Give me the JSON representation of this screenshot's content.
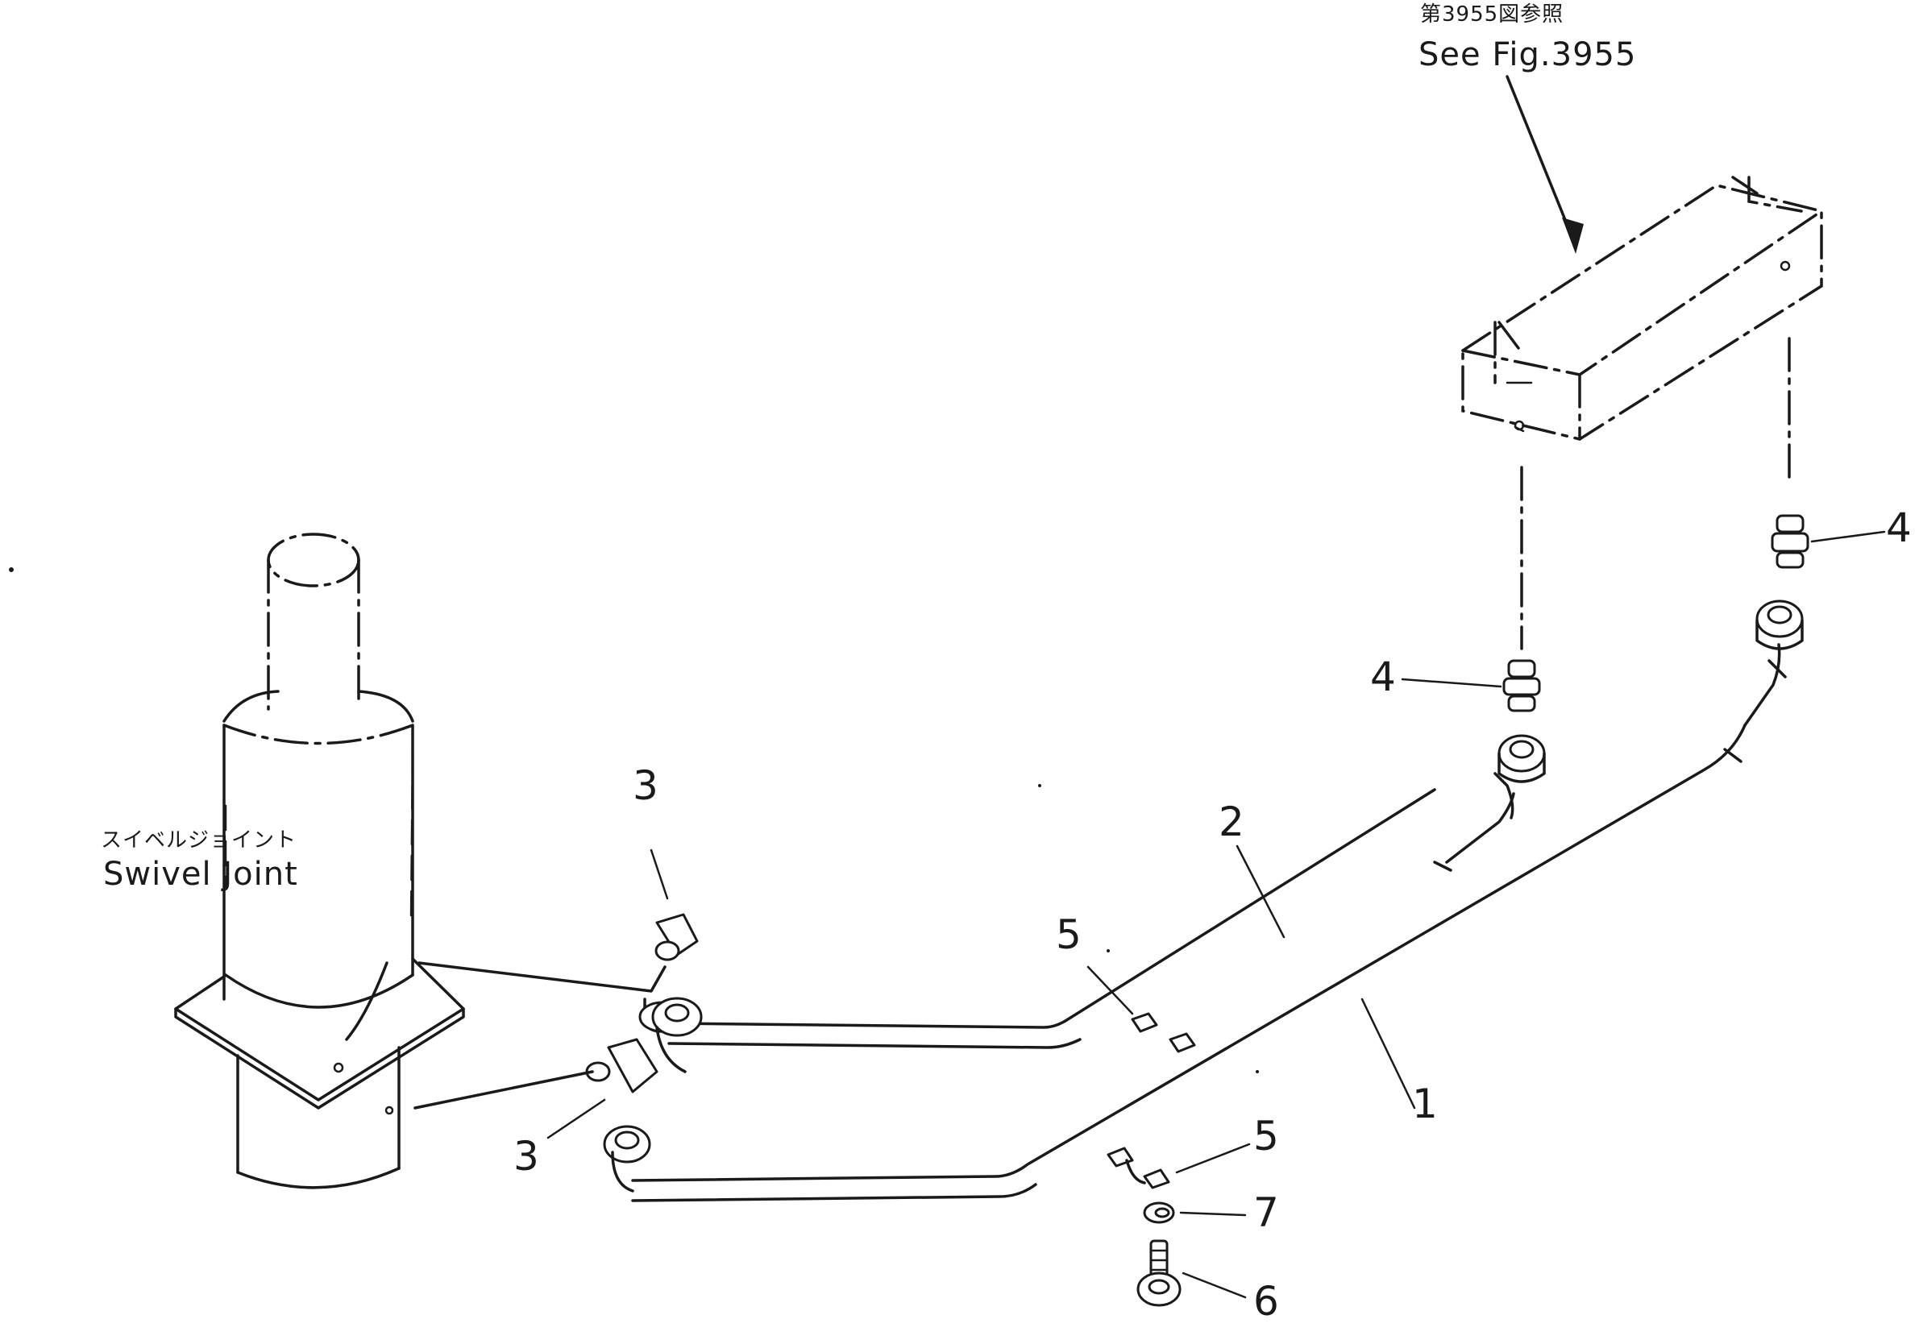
{
  "references": {
    "japanese_note": "第3955図参照",
    "see_figure": "See Fig.3955"
  },
  "components": {
    "swivel_joint_jp": "スイベルジョイント",
    "swivel_joint_en": "Swivel Joint"
  },
  "callouts": {
    "hose_1": "1",
    "hose_2": "2",
    "elbow_upper": "3",
    "elbow_lower": "3",
    "connector_left": "4",
    "connector_right": "4",
    "clamp_upper": "5",
    "clamp_lower": "5",
    "bolt": "6",
    "washer": "7"
  },
  "colors": {
    "ink": "#1a1a1a",
    "paper": "#ffffff"
  }
}
